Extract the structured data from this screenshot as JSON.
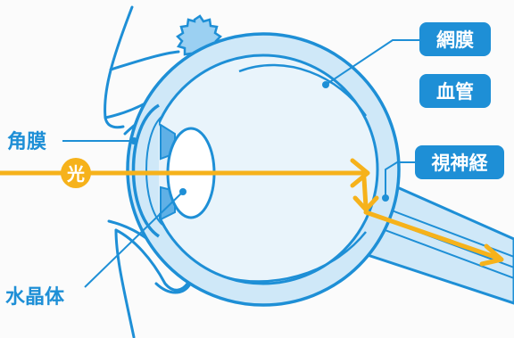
{
  "labels": {
    "retina": "網膜",
    "blood_vessel": "血管",
    "optic_nerve": "視神経",
    "cornea": "角膜",
    "light": "光",
    "lens": "水晶体"
  },
  "colors": {
    "outline": "#1e8fd6",
    "eye_fill": "#cfe8f8",
    "eye_inner": "#e9f4fb",
    "label_box": "#1e8fd6",
    "light_ray": "#f6b21b",
    "light_badge": "#f6b21b",
    "text_blue": "#1e8fd6",
    "text_white": "#ffffff"
  }
}
